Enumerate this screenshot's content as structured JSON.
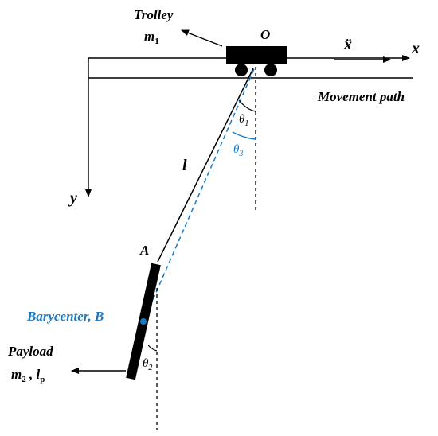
{
  "labels": {
    "trolley": "Trolley",
    "trolley_mass": "m",
    "trolley_mass_sub": "1",
    "origin": "O",
    "accel": "ẍ",
    "x_axis": "x",
    "y_axis": "y",
    "movement_path": "Movement path",
    "theta1": "θ",
    "theta1_sub": "1",
    "theta3": "θ",
    "theta3_sub": "3",
    "rope_length": "l",
    "point_a": "A",
    "barycenter": "Barycenter, B",
    "payload": "Payload",
    "payload_m": "m",
    "payload_m_sub": "2",
    "payload_sep": " , ",
    "payload_l": "l",
    "payload_l_sub": "p",
    "theta2": "θ",
    "theta2_sub": "2"
  },
  "colors": {
    "line": "#000000",
    "blue": "#1a7bc4"
  }
}
